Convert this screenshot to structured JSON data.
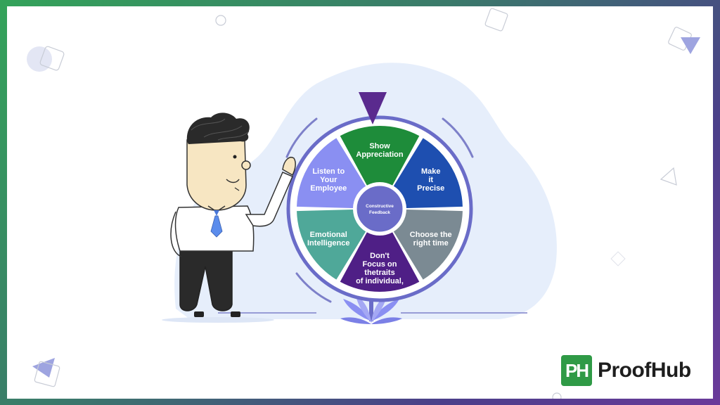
{
  "wheel": {
    "center_line1": "Constructive",
    "center_line2": "Feedback",
    "segments": [
      {
        "lines": [
          "Show",
          "Appreciation"
        ],
        "color": "#1e8c3a"
      },
      {
        "lines": [
          "Make",
          "it",
          "Precise"
        ],
        "color": "#1e4fb0"
      },
      {
        "lines": [
          "Choose the",
          "right time"
        ],
        "color": "#7b8a93"
      },
      {
        "lines": [
          "Don't",
          "Focus on",
          "thetraits",
          "of individual,"
        ],
        "color": "#4f1f86"
      },
      {
        "lines": [
          "Emotional",
          "Intelligence"
        ],
        "color": "#4fa899"
      },
      {
        "lines": [
          "Listen to",
          "Your",
          "Employee"
        ],
        "color": "#8a8ff2"
      }
    ],
    "rim_color": "#6a6cc8",
    "pointer_color": "#5a2a8e"
  },
  "brand": {
    "mark": "PH",
    "name": "ProofHub",
    "mark_color": "#2f9a46"
  }
}
